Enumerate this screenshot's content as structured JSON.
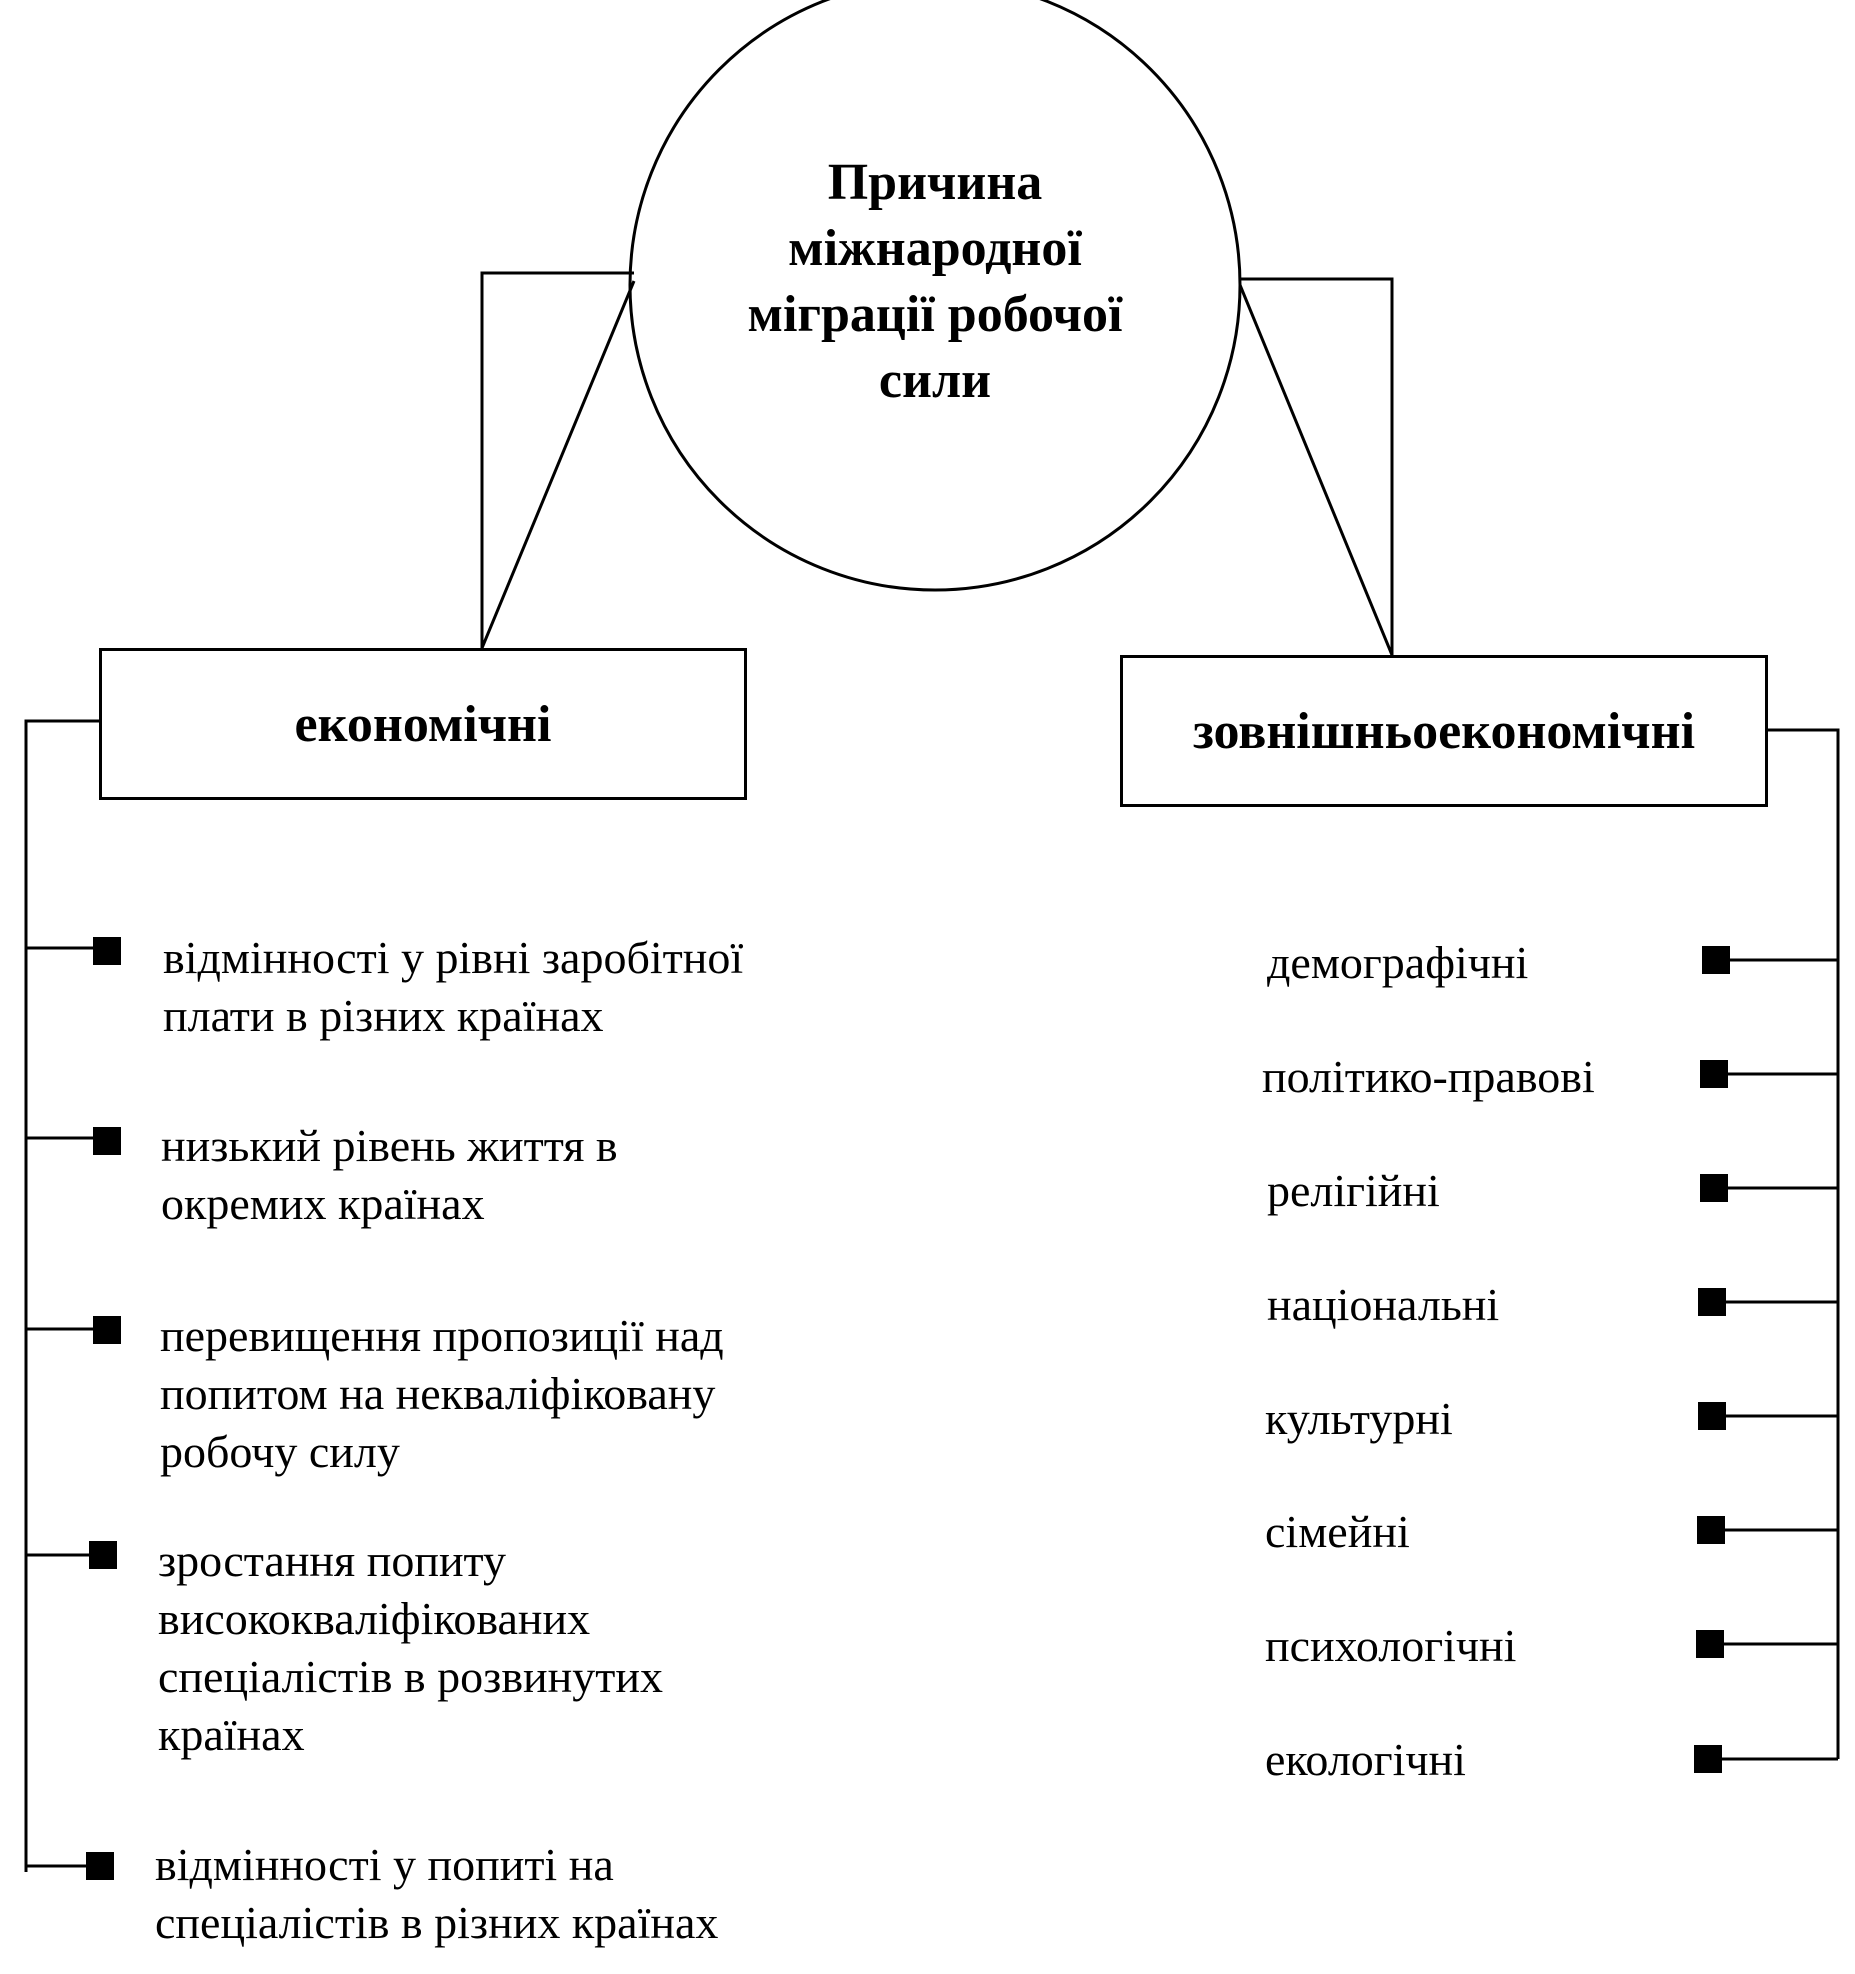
{
  "central": {
    "lines": [
      "Причина",
      "міжнародної",
      "міграції робочої",
      "сили"
    ]
  },
  "left_category": {
    "label": "економічні",
    "items": [
      [
        "відмінності у рівні заробітної",
        "плати в різних країнах"
      ],
      [
        "низький рівень життя в",
        "окремих країнах"
      ],
      [
        "перевищення пропозиції над",
        "попитом на некваліфіковану",
        "робочу силу"
      ],
      [
        "зростання попиту",
        "висококваліфікованих",
        "спеціалістів в розвинутих",
        "країнах"
      ],
      [
        "відмінності у попиті на",
        "спеціалістів в різних країнах"
      ]
    ]
  },
  "right_category": {
    "label": "зовнішньоекономічні",
    "items": [
      "демографічні",
      "політико-правові",
      "релігійні",
      "національні",
      "культурні",
      "сімейні",
      "психологічні",
      "екологічні"
    ]
  }
}
